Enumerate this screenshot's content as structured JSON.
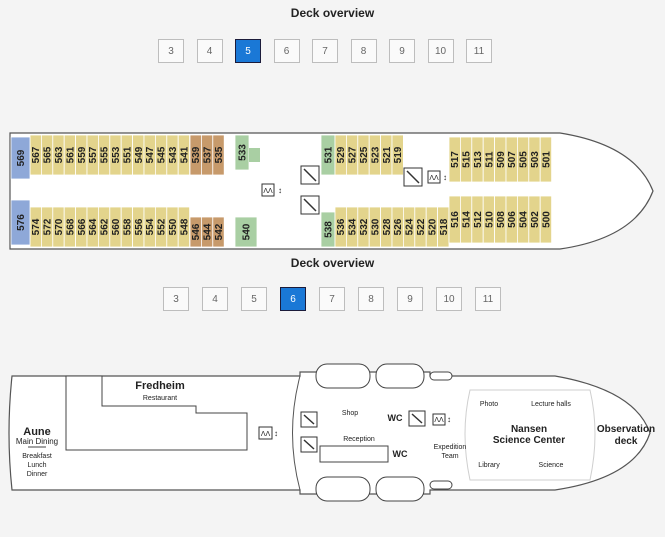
{
  "deck5": {
    "heading": "Deck overview",
    "tabs": [
      "3",
      "4",
      "5",
      "6",
      "7",
      "8",
      "9",
      "10",
      "11"
    ],
    "active_tab": "5",
    "cabins_top_left": [
      "567",
      "565",
      "563",
      "561",
      "559",
      "557",
      "555",
      "553",
      "551",
      "549",
      "547",
      "545",
      "543",
      "541"
    ],
    "cabins_top_brown": [
      "539",
      "537",
      "535"
    ],
    "cabins_bottom_left": [
      "574",
      "572",
      "570",
      "568",
      "566",
      "564",
      "562",
      "560",
      "558",
      "556",
      "554",
      "552",
      "550",
      "548"
    ],
    "cabins_bottom_brown": [
      "546",
      "544",
      "542"
    ],
    "cabins_top_mid": [
      "529",
      "527",
      "525",
      "523",
      "521",
      "519"
    ],
    "cabins_bottom_mid": [
      "536",
      "534",
      "532",
      "530",
      "528",
      "526",
      "524",
      "522",
      "520",
      "518"
    ],
    "cabins_top_front": [
      "517",
      "515",
      "513",
      "511",
      "509",
      "507",
      "505",
      "503",
      "501"
    ],
    "cabins_bottom_front": [
      "516",
      "514",
      "512",
      "510",
      "508",
      "506",
      "504",
      "502",
      "500"
    ],
    "cabin_blue_top": "569",
    "cabin_blue_bottom": "576",
    "cabin_green_top_a": "533",
    "cabin_green_bottom_a": "540",
    "cabin_green_top_b": "531",
    "cabin_green_bottom_b": "538"
  },
  "deck6": {
    "heading": "Deck overview",
    "tabs": [
      "3",
      "4",
      "5",
      "6",
      "7",
      "8",
      "9",
      "10",
      "11"
    ],
    "active_tab": "6",
    "fredheim": "Fredheim",
    "restaurant": "Restaurant",
    "aune": "Aune",
    "main_dining": "Main Dining",
    "breakfast": "Breakfast",
    "lunch": "Lunch",
    "dinner": "Dinner",
    "shop": "Shop",
    "reception": "Reception",
    "wc": "WC",
    "expedition": "Expedition",
    "team": "Team",
    "photo": "Photo",
    "lecture_halls": "Lecture halls",
    "nansen": "Nansen",
    "science_center": "Science Center",
    "library": "Library",
    "science": "Science",
    "observation": "Observation",
    "deck": "deck"
  },
  "colors": {
    "yellow": "#e3d48c",
    "brown": "#c79a6b",
    "blue": "#8ea8d8",
    "green": "#a9cfa3",
    "active": "#1a78d6"
  }
}
